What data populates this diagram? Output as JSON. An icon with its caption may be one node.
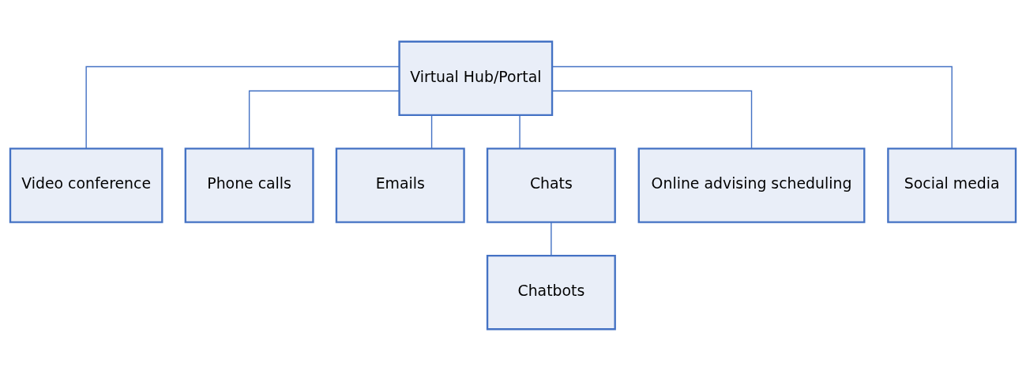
{
  "diagram": {
    "nodes": [
      {
        "text": [
          "Virtual Hub/Portal"
        ]
      },
      {
        "text": [
          "Video conference"
        ]
      },
      {
        "text": [
          "Phone calls"
        ]
      },
      {
        "text": [
          "Emails"
        ]
      },
      {
        "text": [
          "Chats"
        ]
      },
      {
        "text": [
          "Online advising scheduling"
        ]
      },
      {
        "text": [
          "Social media"
        ]
      },
      {
        "text": [
          "Chatbots"
        ]
      }
    ],
    "edges": [
      {
        "from": 0,
        "to": 1,
        "arrow": "none"
      },
      {
        "from": 0,
        "to": 2,
        "arrow": "none"
      },
      {
        "from": 0,
        "to": 3,
        "arrow": "none"
      },
      {
        "from": 0,
        "to": 4,
        "arrow": "none"
      },
      {
        "from": 0,
        "to": 5,
        "arrow": "none"
      },
      {
        "from": 0,
        "to": 6,
        "arrow": "none"
      },
      {
        "from": 4,
        "to": 7,
        "arrow": "none"
      }
    ]
  }
}
